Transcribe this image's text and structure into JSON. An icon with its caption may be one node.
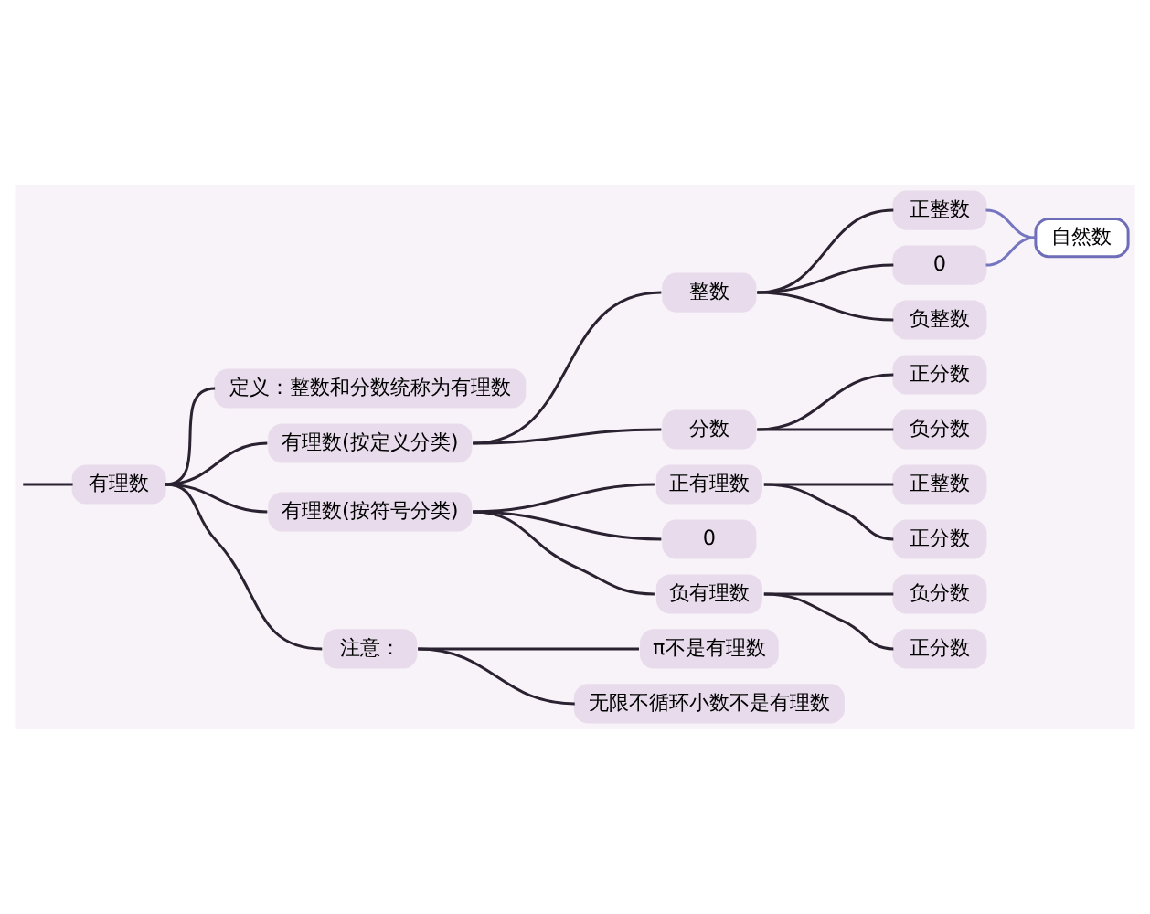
{
  "diagram": {
    "nodes": [
      {
        "text": [
          "有理数"
        ]
      },
      {
        "text": [
          "定义：整数和分数统称为有理数"
        ]
      },
      {
        "text": [
          "有理数(按定义分类)"
        ]
      },
      {
        "text": [
          "整数"
        ]
      },
      {
        "text": [
          "正整数"
        ]
      },
      {
        "text": [
          "0"
        ]
      },
      {
        "text": [
          "负整数"
        ]
      },
      {
        "text": [
          "自然数"
        ]
      },
      {
        "text": [
          "分数"
        ]
      },
      {
        "text": [
          "正分数"
        ]
      },
      {
        "text": [
          "负分数"
        ]
      },
      {
        "text": [
          "有理数(按符号分类)"
        ]
      },
      {
        "text": [
          "正有理数"
        ]
      },
      {
        "text": [
          "正整数"
        ]
      },
      {
        "text": [
          "正分数"
        ]
      },
      {
        "text": [
          "0"
        ]
      },
      {
        "text": [
          "负有理数"
        ]
      },
      {
        "text": [
          "负分数"
        ]
      },
      {
        "text": [
          "正分数"
        ]
      },
      {
        "text": [
          "注意："
        ]
      },
      {
        "text": [
          "π不是有理数"
        ]
      },
      {
        "text": [
          "无限不循环小数不是有理数"
        ]
      }
    ],
    "edges": [
      {
        "from": null,
        "to": 0,
        "arrow": "none"
      },
      {
        "from": 0,
        "to": 1,
        "arrow": "none"
      },
      {
        "from": 0,
        "to": 2,
        "arrow": "none"
      },
      {
        "from": 0,
        "to": 11,
        "arrow": "none"
      },
      {
        "from": 0,
        "to": 19,
        "arrow": "none"
      },
      {
        "from": 2,
        "to": 3,
        "arrow": "none"
      },
      {
        "from": 2,
        "to": 8,
        "arrow": "none"
      },
      {
        "from": 3,
        "to": 4,
        "arrow": "none"
      },
      {
        "from": 3,
        "to": 5,
        "arrow": "none"
      },
      {
        "from": 3,
        "to": 6,
        "arrow": "none"
      },
      {
        "from": 4,
        "to": 7,
        "arrow": "none",
        "color": "#7676c0"
      },
      {
        "from": 5,
        "to": 7,
        "arrow": "none",
        "color": "#7676c0"
      },
      {
        "from": 8,
        "to": 9,
        "arrow": "none"
      },
      {
        "from": 8,
        "to": 10,
        "arrow": "none"
      },
      {
        "from": 11,
        "to": 12,
        "arrow": "none"
      },
      {
        "from": 11,
        "to": 15,
        "arrow": "none"
      },
      {
        "from": 11,
        "to": 16,
        "arrow": "none"
      },
      {
        "from": 12,
        "to": 13,
        "arrow": "none"
      },
      {
        "from": 12,
        "to": 14,
        "arrow": "none"
      },
      {
        "from": 16,
        "to": 17,
        "arrow": "none"
      },
      {
        "from": 16,
        "to": 18,
        "arrow": "none"
      },
      {
        "from": 19,
        "to": 20,
        "arrow": "none"
      },
      {
        "from": 19,
        "to": 21,
        "arrow": "none"
      }
    ]
  }
}
